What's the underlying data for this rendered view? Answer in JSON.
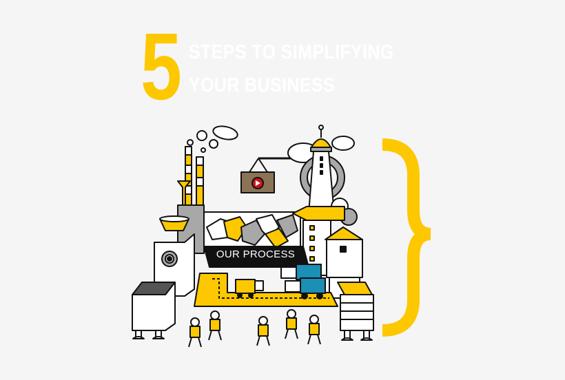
{
  "header": {
    "number": "5",
    "line1": "STEPS TO SIMPLIFYING",
    "line2": "YOUR BUSINESS"
  },
  "illustration": {
    "banner_label": "OUR PROCESS",
    "video_sign": {
      "icon": "play-icon"
    }
  },
  "colors": {
    "background": "#f5f5f5",
    "accent_yellow": "#fdc800",
    "outline": "#111111",
    "gray": "#a8a8a8",
    "truck_blue": "#1b8fb5",
    "sign_brown": "#8b7355",
    "play_red": "#c8161d"
  }
}
